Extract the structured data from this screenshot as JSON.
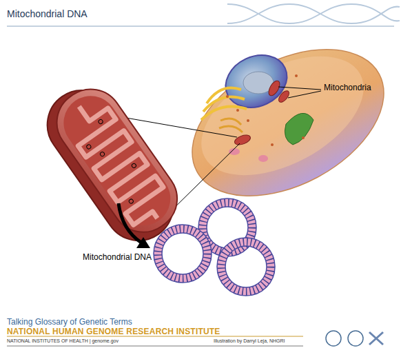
{
  "diagram": {
    "title": "Mitochondrial DNA",
    "labels": [
      "Mitochondria",
      "Mitochondrial DNA",
      "Talking Glossary of Genetic Terms",
      "NATIONAL HUMAN GENOME RESEARCH INSTITUTE",
      "NATIONAL INSTITUTES OF HEALTH | genome.gov",
      "Illustration by Darryl Leja, NHGRI"
    ]
  }
}
